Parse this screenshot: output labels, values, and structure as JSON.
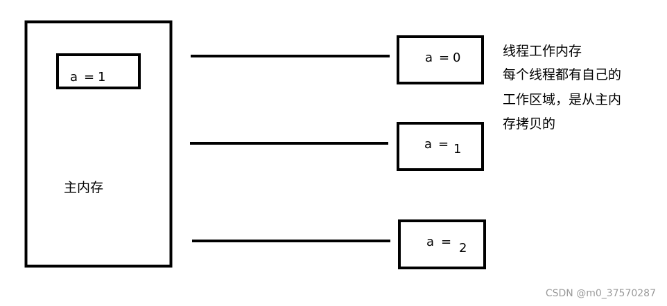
{
  "main_memory": {
    "label": "主内存",
    "variable": {
      "name": "a",
      "op": "=",
      "value": "1"
    }
  },
  "thread_memories": [
    {
      "name": "a",
      "op": "=",
      "value": "0"
    },
    {
      "name": "a",
      "op": "=",
      "value": "1"
    },
    {
      "name": "a",
      "op": "=",
      "value": "2"
    }
  ],
  "note": {
    "lines": [
      "线程工作内存",
      "每个线程都有自己的",
      "工作区域，是从主内",
      "存拷贝的"
    ]
  },
  "watermark": "CSDN @m0_37570287",
  "colors": {
    "stroke": "#000000",
    "text": "#000000",
    "watermark": "#9a9a9a",
    "background": "#ffffff"
  }
}
